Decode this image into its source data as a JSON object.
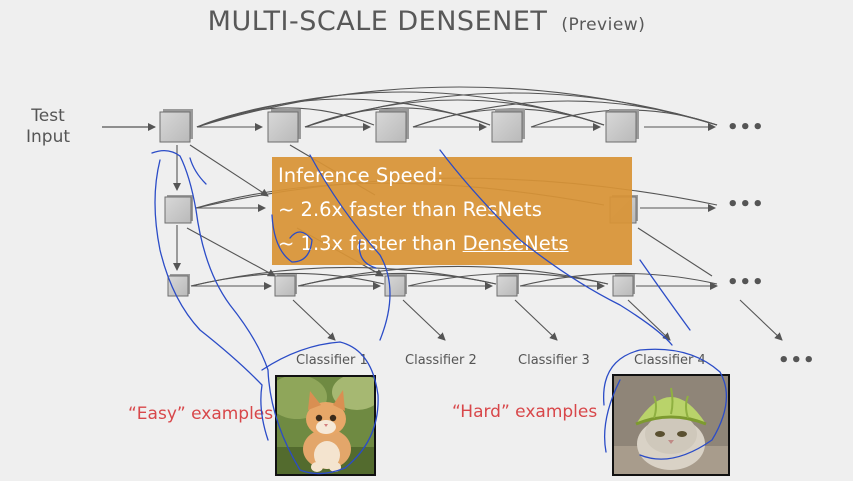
{
  "title": "MULTI-SCALE DENSENET",
  "subtitle": "(Preview)",
  "input_label_line1": "Test",
  "input_label_line2": "Input",
  "ellipsis": "•••",
  "classifiers": [
    "Classifier 1",
    "Classifier 2",
    "Classifier 3",
    "Classifier 4"
  ],
  "easy_label": "“Easy” examples",
  "hard_label": "“Hard” examples",
  "overlay": {
    "line1": "Inference Speed:",
    "line2": "~ 2.6x faster than ResNets",
    "line3_prefix": "~ 1.3x faster than ",
    "line3_underlined": "DenseNets"
  },
  "colors": {
    "accent": "#d8903a",
    "red_label": "#d8474a",
    "ink": "#2b4cc7"
  }
}
